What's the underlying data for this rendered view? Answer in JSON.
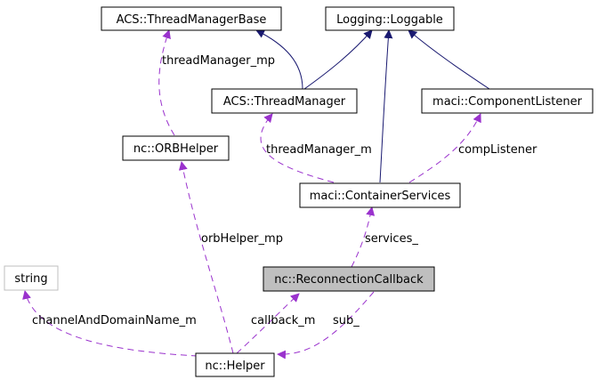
{
  "colors": {
    "inheritance_edge": "#191970",
    "usage_edge": "#9a32cd",
    "node_border": "#000000",
    "external_node_border": "#bfbfbf",
    "highlight_fill": "#bfbfbf"
  },
  "nodes": {
    "threadManagerBase": "ACS::ThreadManagerBase",
    "loggable": "Logging::Loggable",
    "threadManager": "ACS::ThreadManager",
    "componentListener": "maci::ComponentListener",
    "orbHelper": "nc::ORBHelper",
    "containerServices": "maci::ContainerServices",
    "string": "string",
    "reconnectionCallback": "nc::ReconnectionCallback",
    "helper": "nc::Helper"
  },
  "edge_labels": {
    "threadManager_mp": "threadManager_mp",
    "threadManager_m": "threadManager_m",
    "compListener": "compListener",
    "orbHelper_mp": "orbHelper_mp",
    "services_": "services_",
    "channelAndDomainName_m": "channelAndDomainName_m",
    "callback_m": "callback_m",
    "sub_": "sub_"
  }
}
